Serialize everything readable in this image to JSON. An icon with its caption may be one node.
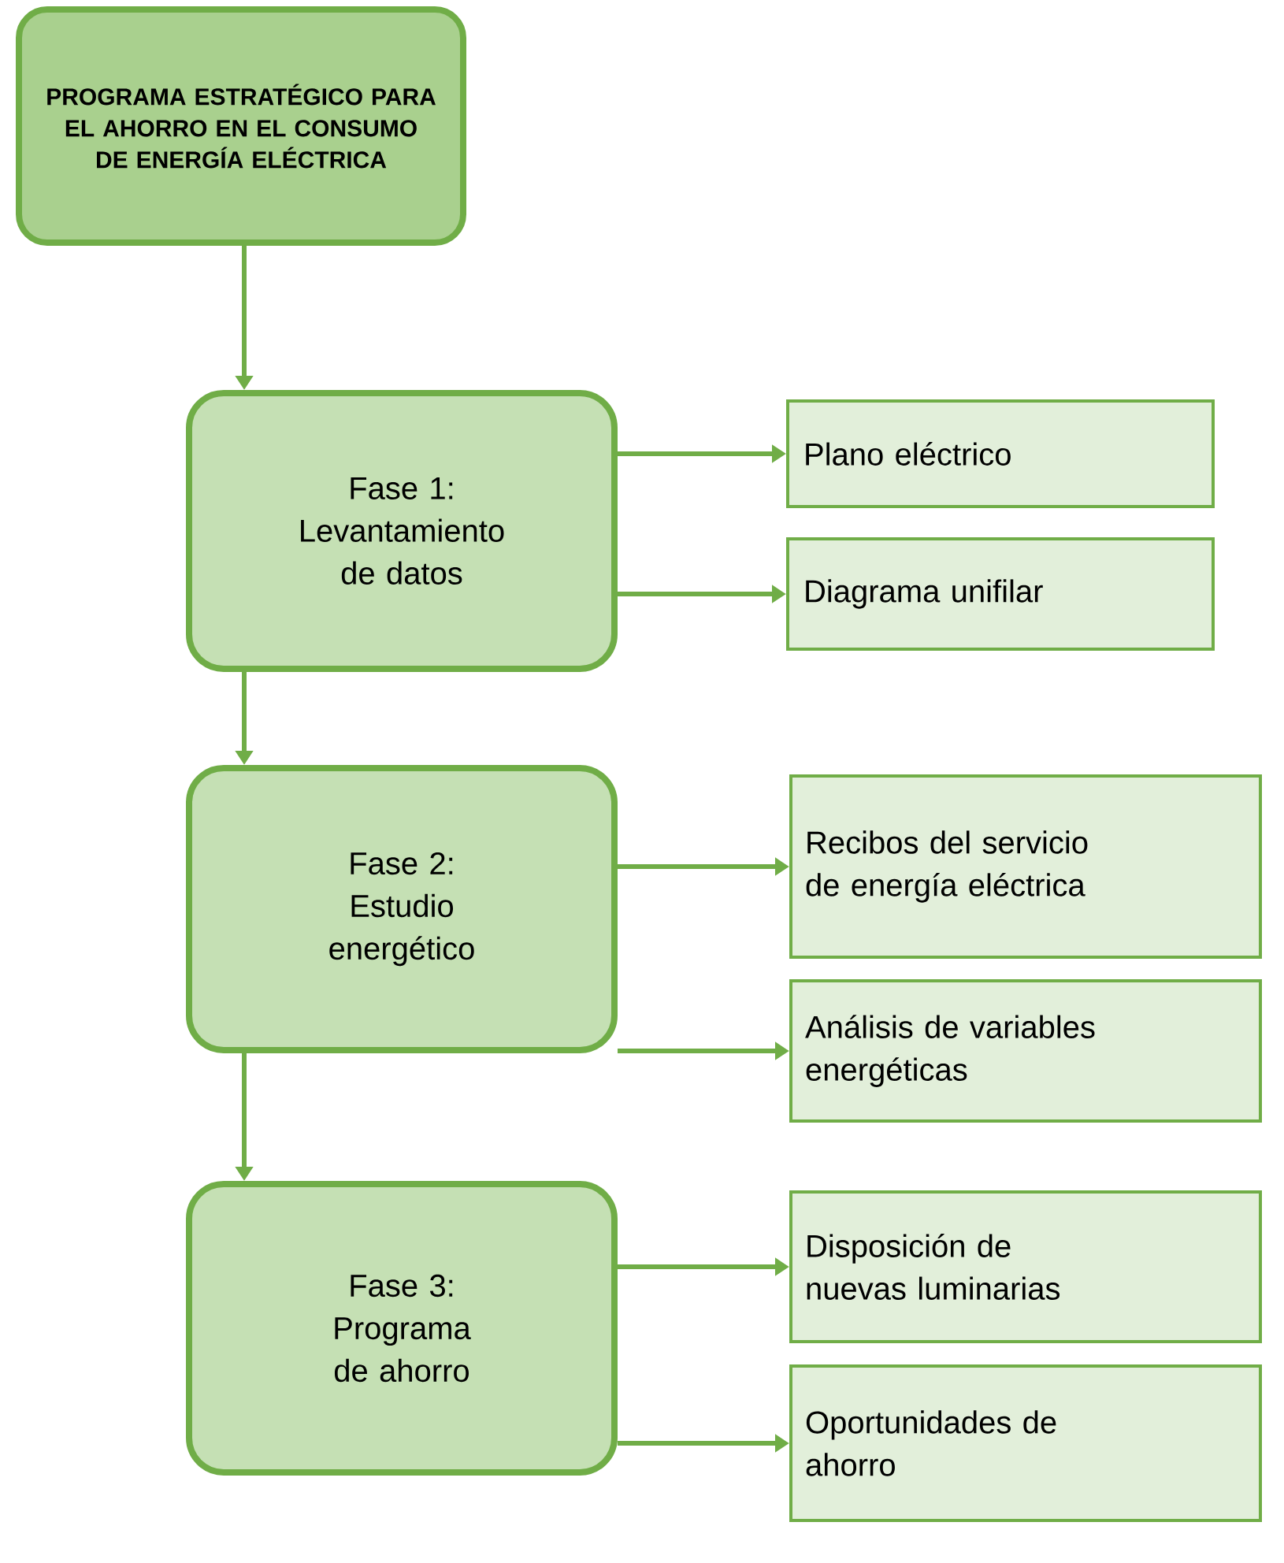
{
  "diagram": {
    "nodes": [
      {
        "text": [
          "PROGRAMA ESTRATÉGICO PARA EL AHORRO EN EL CONSUMO DE ENERGÍA ELÉCTRICA"
        ]
      },
      {
        "text": [
          "Fase 1: Levantamiento de datos"
        ]
      },
      {
        "text": [
          "Plano eléctrico"
        ]
      },
      {
        "text": [
          "Diagrama unifilar"
        ]
      },
      {
        "text": [
          "Fase 2: Estudio energético"
        ]
      },
      {
        "text": [
          "Recibos del servicio de energía eléctrica"
        ]
      },
      {
        "text": [
          "Análisis de variables energéticas"
        ]
      },
      {
        "text": [
          "Fase 3: Programa de ahorro"
        ]
      },
      {
        "text": [
          "Disposición de nuevas luminarias"
        ]
      },
      {
        "text": [
          "Oportunidades de ahorro"
        ]
      }
    ],
    "edges": [
      {
        "from": 0,
        "to": 1,
        "arrow": "to"
      },
      {
        "from": 1,
        "to": 2,
        "arrow": "to"
      },
      {
        "from": 1,
        "to": 3,
        "arrow": "to"
      },
      {
        "from": 1,
        "to": 4,
        "arrow": "to"
      },
      {
        "from": 4,
        "to": 5,
        "arrow": "to"
      },
      {
        "from": 4,
        "to": 6,
        "arrow": "to"
      },
      {
        "from": 4,
        "to": 7,
        "arrow": "to"
      },
      {
        "from": 7,
        "to": 8,
        "arrow": "to"
      },
      {
        "from": 7,
        "to": 9,
        "arrow": "to"
      }
    ]
  }
}
